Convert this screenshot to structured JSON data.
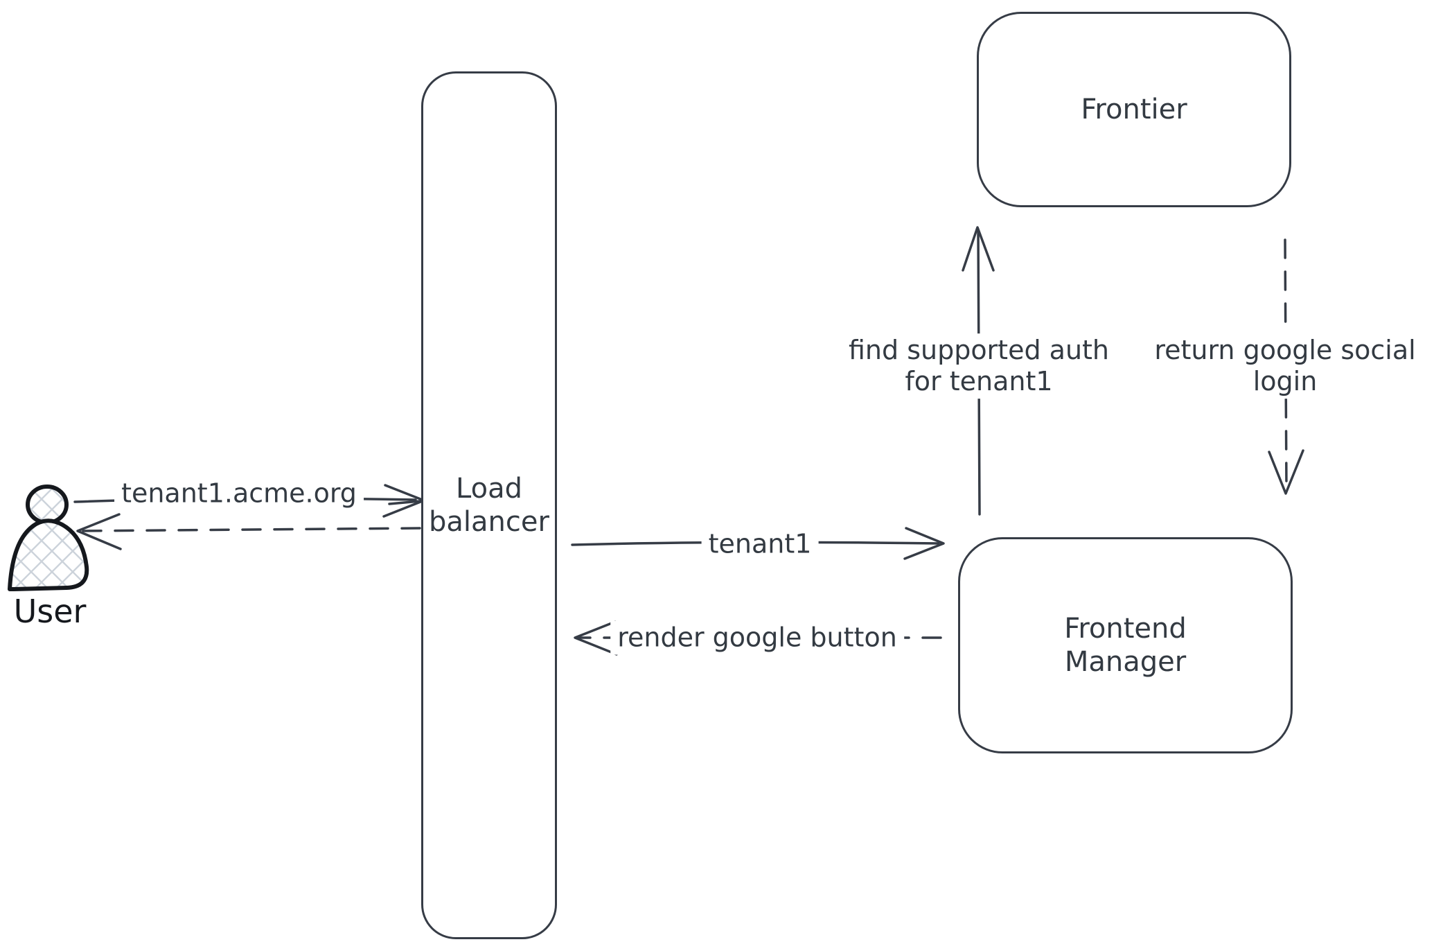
{
  "diagram": {
    "background_color": "#ffffff",
    "stroke_color": "#363c46",
    "actor_stroke_color": "#15181d",
    "hatch_fill_color": "#ccd3db",
    "nodes": {
      "user": {
        "label": "User",
        "shape": "actor"
      },
      "load_balancer": {
        "label_lines": [
          "Load",
          "balancer"
        ],
        "shape": "rounded-rect"
      },
      "frontier": {
        "label": "Frontier",
        "shape": "rounded-rect"
      },
      "frontend_manager": {
        "label_lines": [
          "Frontend",
          "Manager"
        ],
        "shape": "rounded-rect"
      }
    },
    "edges": [
      {
        "from": "user",
        "to": "load_balancer",
        "style": "solid",
        "direction": "right",
        "label": "tenant1.acme.org"
      },
      {
        "from": "load_balancer",
        "to": "user",
        "style": "dashed",
        "direction": "left",
        "label": ""
      },
      {
        "from": "load_balancer",
        "to": "frontend_manager",
        "style": "solid",
        "direction": "right",
        "label": "tenant1"
      },
      {
        "from": "frontend_manager",
        "to": "load_balancer",
        "style": "dashed",
        "direction": "left",
        "label": "render google button"
      },
      {
        "from": "frontend_manager",
        "to": "frontier",
        "style": "solid",
        "direction": "up",
        "label_lines": [
          "find supported auth",
          "for tenant1"
        ]
      },
      {
        "from": "frontier",
        "to": "frontend_manager",
        "style": "dashed",
        "direction": "down",
        "label_lines": [
          "return google social",
          "login"
        ]
      }
    ]
  }
}
